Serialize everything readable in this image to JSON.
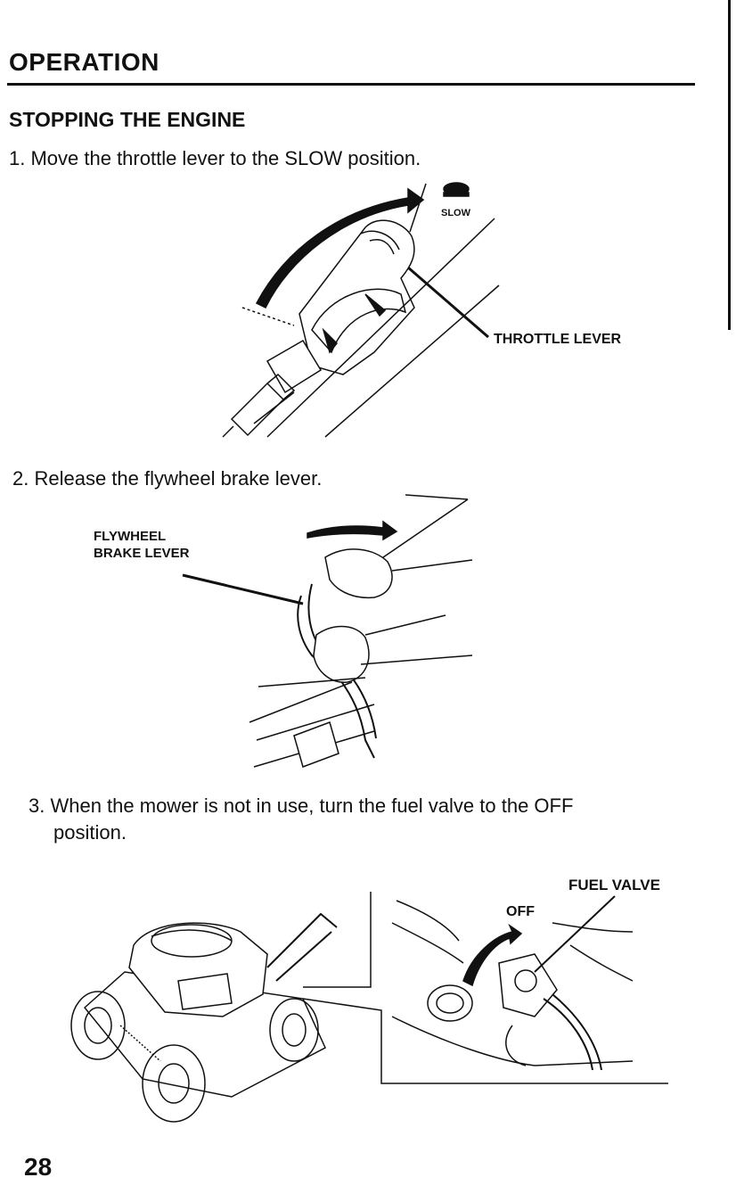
{
  "header": {
    "title": "OPERATION"
  },
  "section": {
    "title": "STOPPING THE ENGINE"
  },
  "steps": [
    {
      "text": "1. Move the throttle lever to the SLOW position."
    },
    {
      "text": "2. Release the flywheel brake lever."
    },
    {
      "text_line1": "3. When the mower is not in use, turn the fuel valve to the OFF",
      "text_line2": "position."
    }
  ],
  "figure1": {
    "slow_label": "SLOW",
    "callout": "THROTTLE LEVER",
    "icon": "turtle-icon"
  },
  "figure2": {
    "callout_line1": "FLYWHEEL",
    "callout_line2": "BRAKE LEVER"
  },
  "figure3": {
    "callout": "FUEL VALVE",
    "off_label": "OFF"
  },
  "footer": {
    "page_number": "28"
  }
}
